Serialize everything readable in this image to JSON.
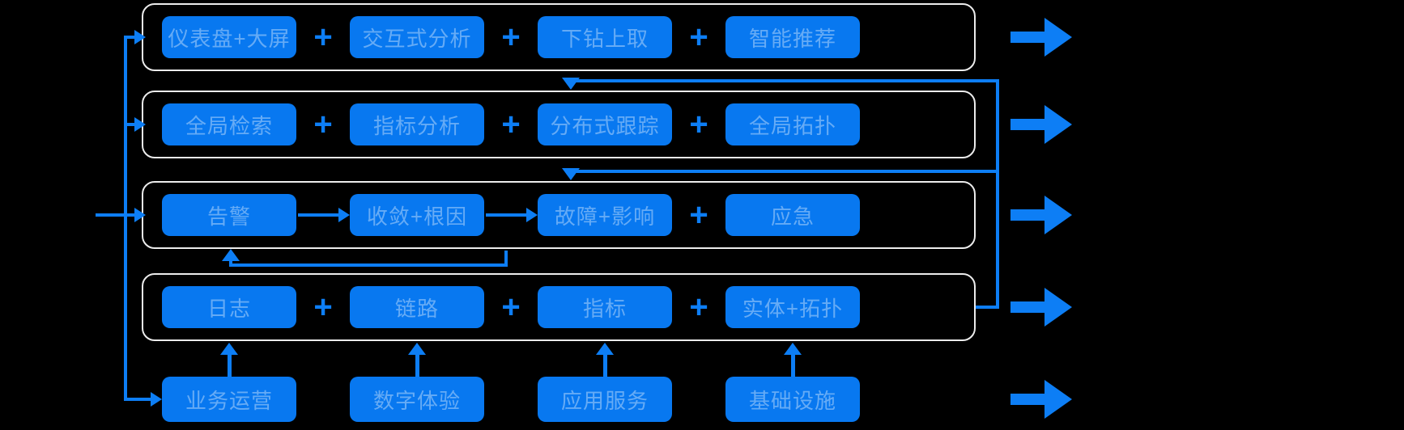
{
  "diagram": {
    "plus": "+",
    "colors": {
      "background": "#000000",
      "node_fill": "#0878f0",
      "accent_blue": "#0d7ef5",
      "container_border": "#ececec",
      "node_text": "rgba(255,255,255,0.38)"
    },
    "tiers": [
      {
        "id": "presentation",
        "boxes": [
          "仪表盘+大屏",
          "交互式分析",
          "下钻上取",
          "智能推荐"
        ]
      },
      {
        "id": "analysis",
        "boxes": [
          "全局检索",
          "指标分析",
          "分布式跟踪",
          "全局拓扑"
        ]
      },
      {
        "id": "alerting",
        "boxes": [
          "告警",
          "收敛+根因",
          "故障+影响",
          "应急"
        ]
      },
      {
        "id": "data",
        "boxes": [
          "日志",
          "链路",
          "指标",
          "实体+拓扑"
        ]
      },
      {
        "id": "sources",
        "boxes": [
          "业务运营",
          "数字体验",
          "应用服务",
          "基础设施"
        ]
      }
    ]
  }
}
